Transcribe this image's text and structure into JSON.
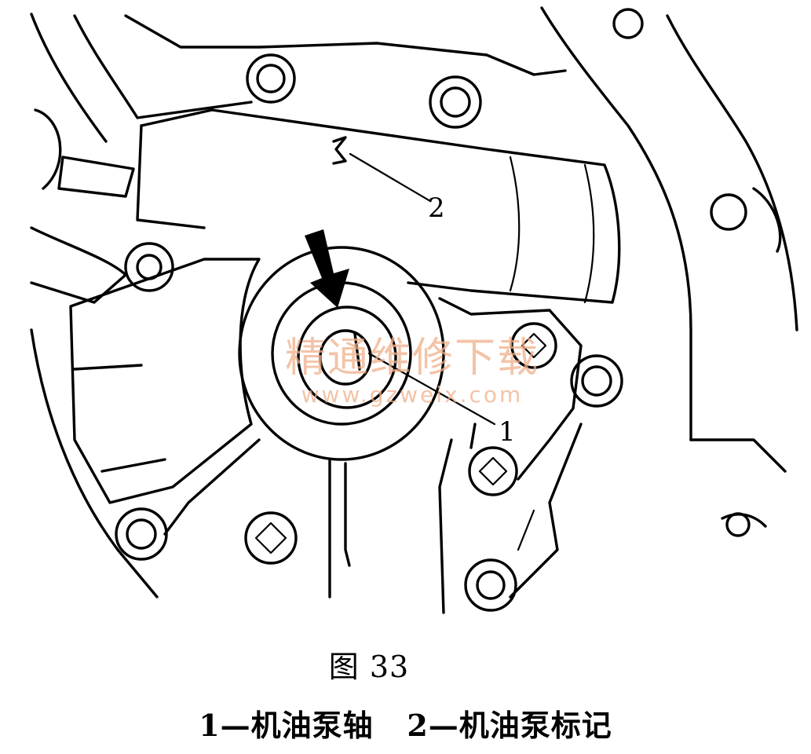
{
  "figure": {
    "callouts": [
      {
        "id": "1",
        "label": "1"
      },
      {
        "id": "2",
        "label": "2"
      }
    ],
    "watermark": {
      "text_cn": "精通维修下载",
      "url": "www.gzweix.com"
    }
  },
  "title": "图 33",
  "caption": {
    "item1": "1—机油泵轴",
    "item2": "2—机油泵标记"
  }
}
